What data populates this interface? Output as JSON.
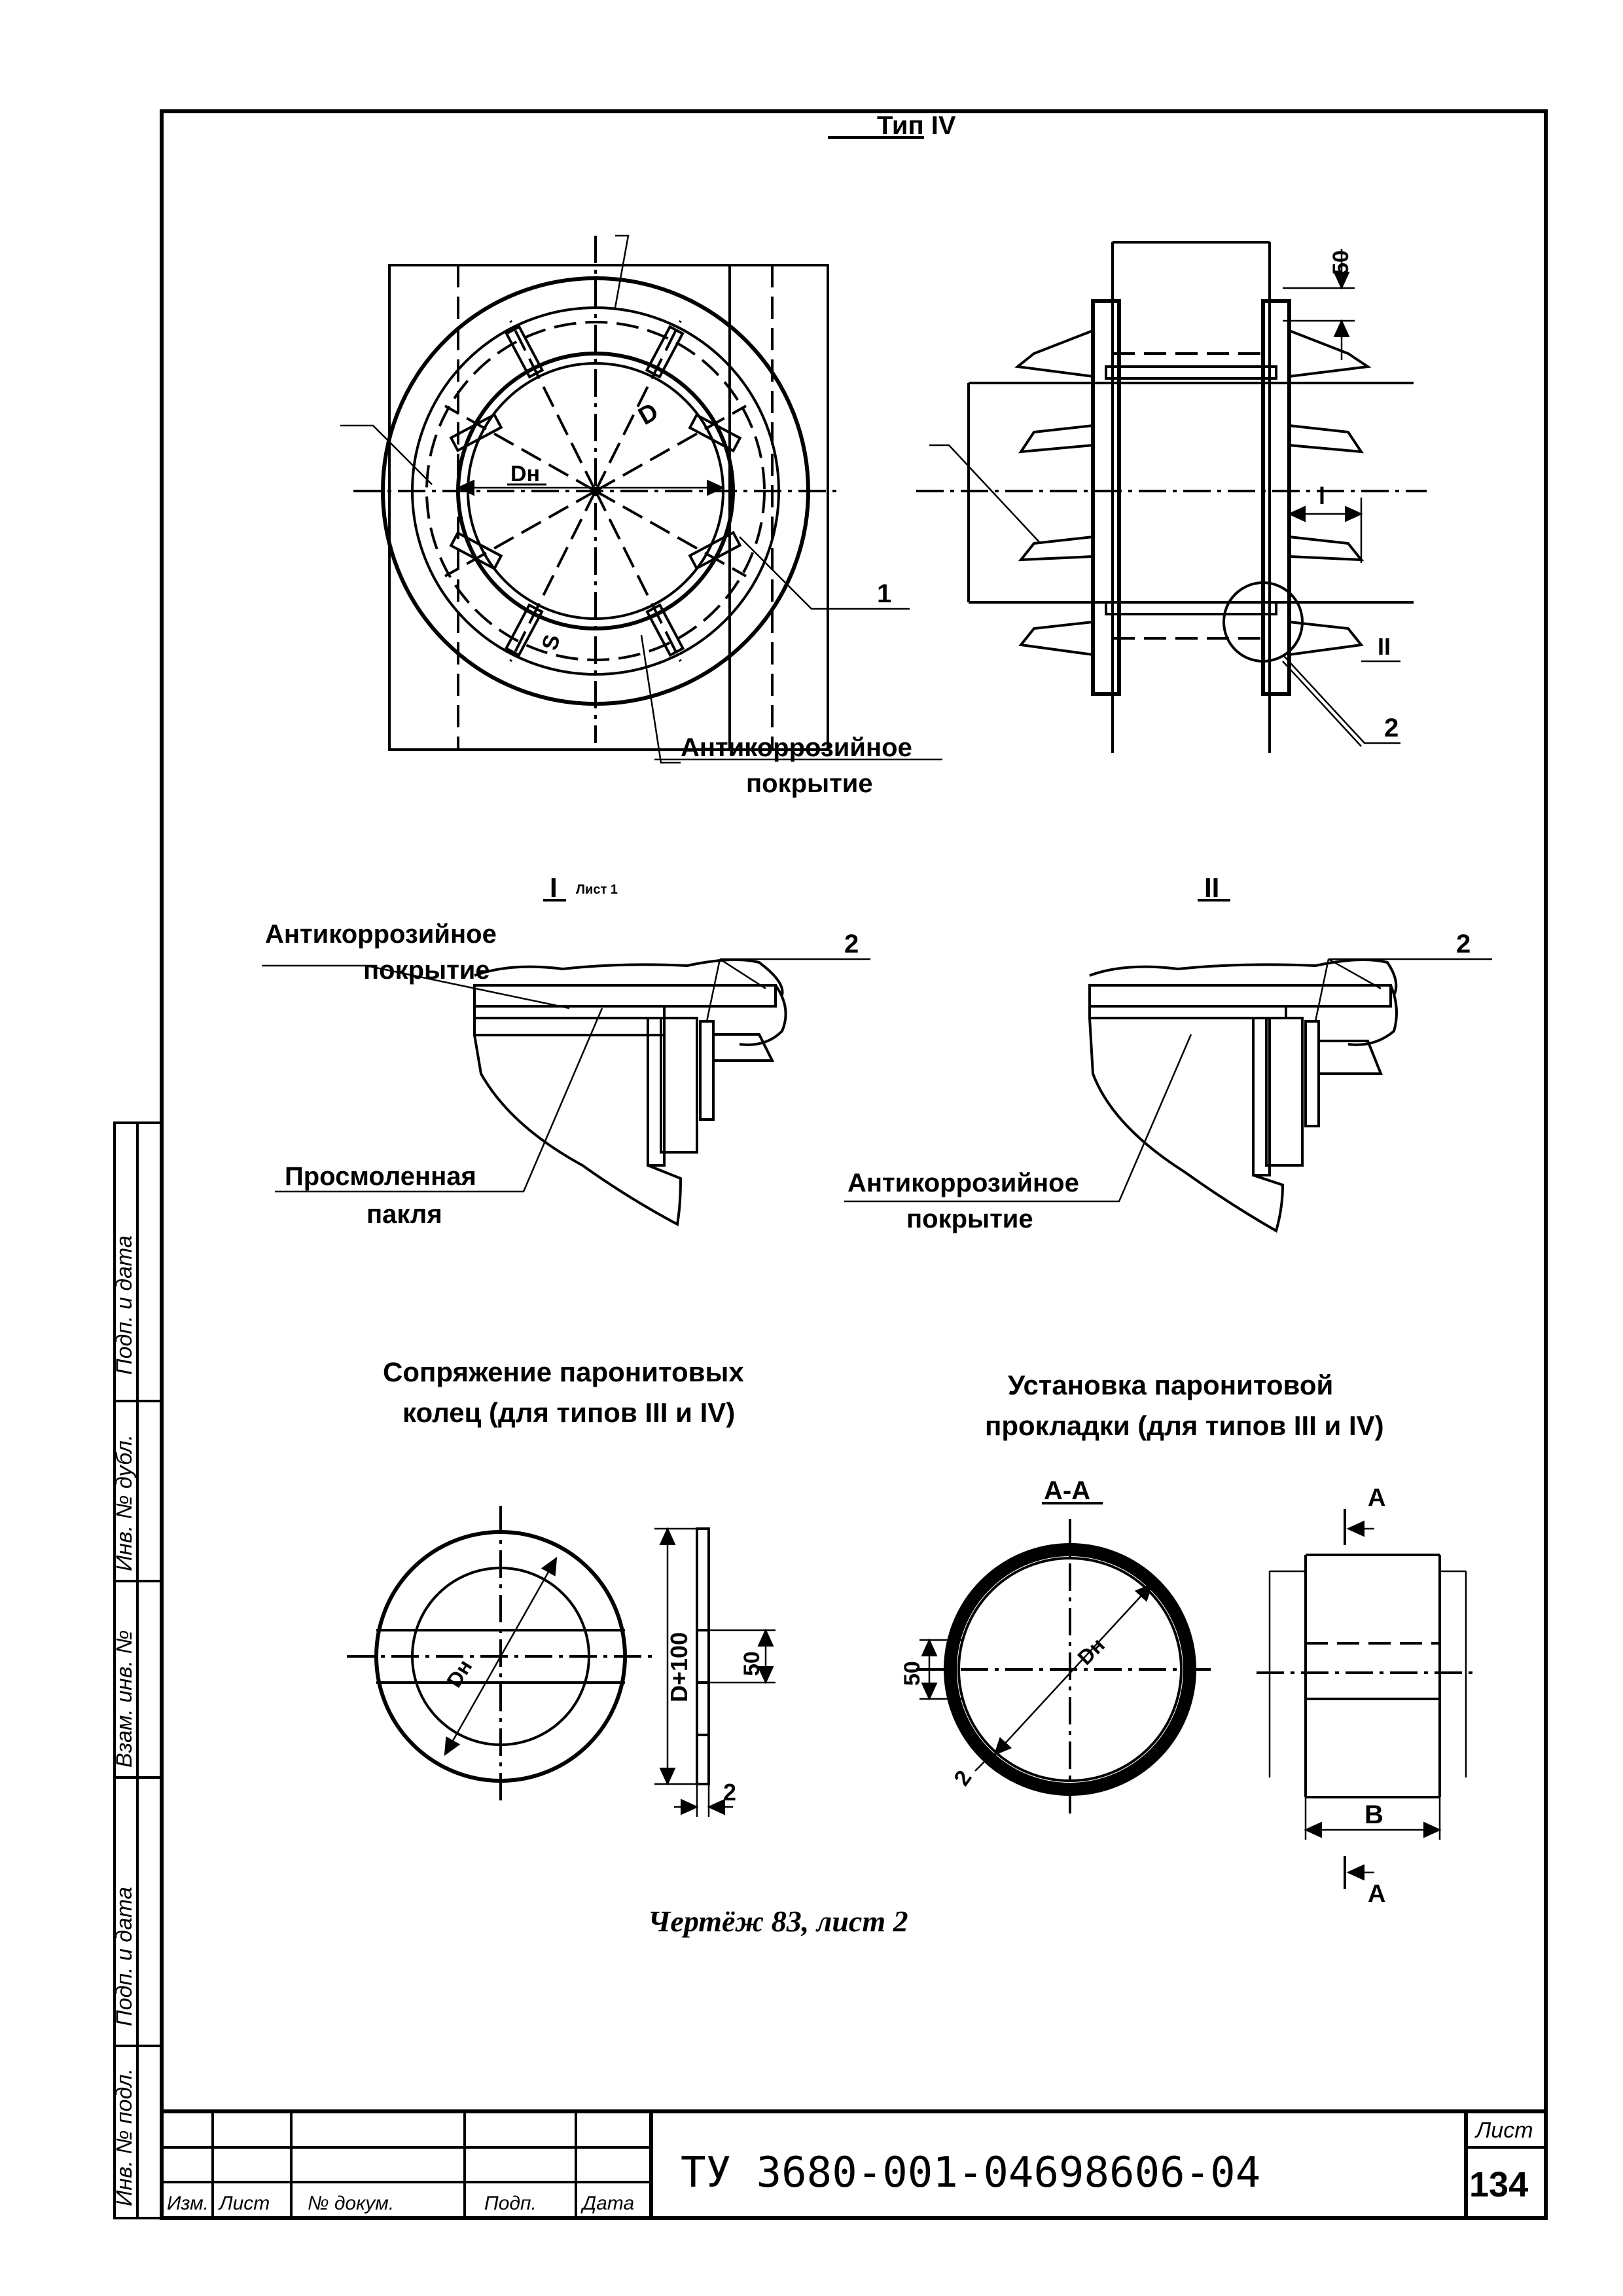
{
  "drawing": {
    "type_title": "Тип IV",
    "labels": {
      "dn": "Dн",
      "d": "D",
      "s": "S",
      "l": "l",
      "dim_50": "50",
      "callout_1": "1",
      "callout_2": "2",
      "view_ii": "II",
      "view_i": "I",
      "view_i_note": "Лист 1",
      "coating_line1": "Антикоррозийное",
      "coating_line2": "покрытие",
      "tarred_line1": "Просмоленная",
      "tarred_line2": "пакля",
      "pair_title_line1": "Сопряжение паронитовых",
      "pair_title_line2": "колец (для типов III и IV)",
      "install_title_line1": "Установка паронитовой",
      "install_title_line2": "прокладки (для типов III и IV)",
      "section_aa": "А-А",
      "arrow_a": "А",
      "dim_d100": "D+100",
      "dim_b": "В"
    },
    "caption": "Чертёж 83, лист 2"
  },
  "side_stamp": [
    "Инв. № подл.",
    "Подп. и дата",
    "Взам. инв. №",
    "Инв. № дубл.",
    "Подп. и дата"
  ],
  "title_block": {
    "headers": [
      "Изм.",
      "Лист",
      "№ докум.",
      "Подп.",
      "Дата"
    ],
    "doc_code": "ТУ 3680-001-04698606-04",
    "sheet_label": "Лист",
    "sheet_number": "134"
  }
}
